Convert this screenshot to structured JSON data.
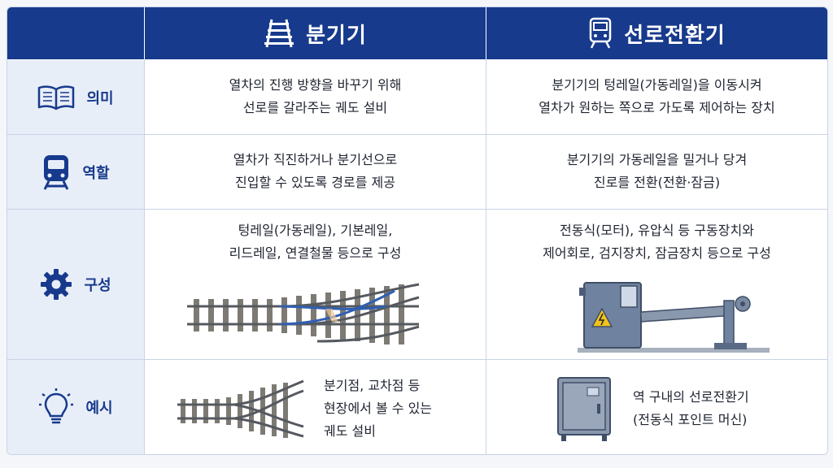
{
  "header": {
    "col1_title": "분기기",
    "col2_title": "선로전환기",
    "col1_icon": "railway-track-icon",
    "col2_icon": "train-front-icon"
  },
  "rows": [
    {
      "label": "의미",
      "icon": "open-book-icon",
      "col1": [
        "열차의 진행 방향을 바꾸기 위해",
        "선로를 갈라주는 궤도 설비"
      ],
      "col2": [
        "분기기의 텅레일(가동레일)을 이동시켜",
        "열차가 원하는 쪽으로 가도록 제어하는 장치"
      ]
    },
    {
      "label": "역할",
      "icon": "train-icon",
      "col1": [
        "열차가 직진하거나 분기선으로",
        "진입할 수 있도록 경로를 제공"
      ],
      "col2": [
        "분기기의 가동레일을 밀거나 당겨",
        "진로를 전환(전환·잠금)"
      ]
    },
    {
      "label": "구성",
      "icon": "gear-icon",
      "col1": [
        "텅레일(가동레일), 기본레일,",
        "리드레일, 연결철물 등으로 구성"
      ],
      "col2": [
        "전동식(모터), 유압식 등 구동장치와",
        "제어회로, 검지장치, 잠금장치 등으로 구성"
      ]
    },
    {
      "label": "예시",
      "icon": "lightbulb-icon",
      "col1": [
        "분기점, 교차점 등",
        "현장에서 볼 수 있는",
        "궤도 설비"
      ],
      "col2": [
        "역 구내의 선로전환기",
        "(전동식 포인트 머신)"
      ]
    }
  ],
  "colors": {
    "header_bg": "#173a8c",
    "label_bg": "#e8eef8",
    "label_text": "#173a8c",
    "rail_blue": "#2f5fb3",
    "machine_gray": "#6f83a0",
    "warning_yellow": "#f2c21b"
  }
}
